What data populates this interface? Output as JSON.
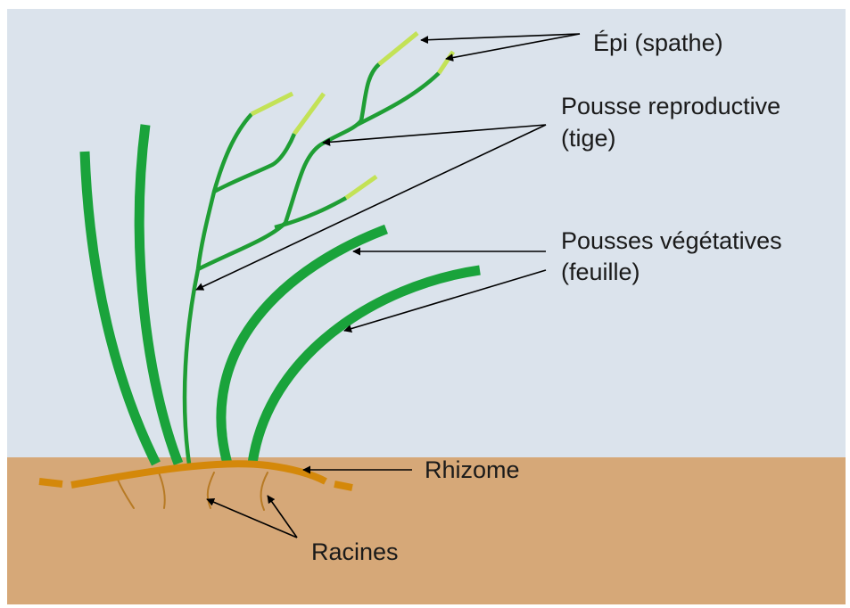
{
  "labels": {
    "spike": "Épi (spathe)",
    "reproductive_line1": "Pousse reproductive",
    "reproductive_line2": "(tige)",
    "vegetative_line1": "Pousses végétatives",
    "vegetative_line2": "(feuille)",
    "rhizome": "Rhizome",
    "roots": "Racines"
  },
  "colors": {
    "sky": "#dbe3ec",
    "soil": "#d6a878",
    "leaf": "#1aa33b",
    "stem": "#1f9e34",
    "spike": "#c3e256",
    "rhizome": "#d4880a",
    "root": "#b77a24",
    "pointer": "#000000"
  }
}
